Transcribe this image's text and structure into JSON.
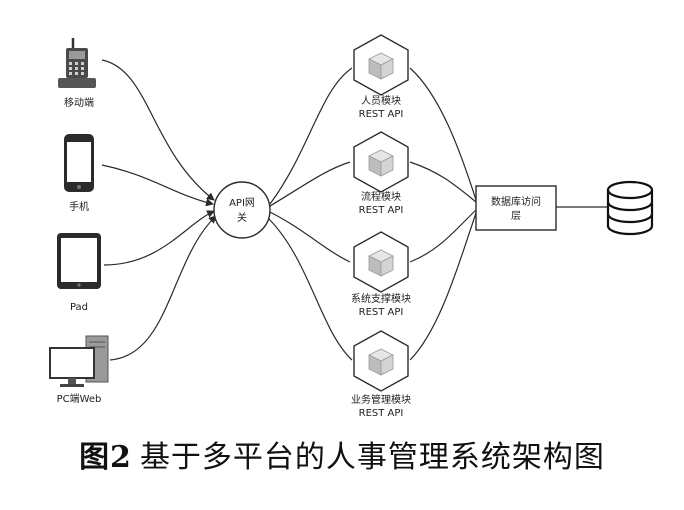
{
  "clients": [
    {
      "label": "移动端",
      "icon": "desk-phone-icon"
    },
    {
      "label": "手机",
      "icon": "smartphone-icon"
    },
    {
      "label": "Pad",
      "icon": "tablet-icon"
    },
    {
      "label": "PC端Web",
      "icon": "desktop-computer-icon"
    }
  ],
  "gateway": {
    "line1": "API网",
    "line2": "关"
  },
  "modules": [
    {
      "name": "人员模块",
      "api": "REST API",
      "icon": "cube-icon"
    },
    {
      "name": "流程模块",
      "api": "REST API",
      "icon": "cube-icon"
    },
    {
      "name": "系统支撑模块",
      "api": "REST API",
      "icon": "cube-icon"
    },
    {
      "name": "业务管理模块",
      "api": "REST API",
      "icon": "cube-icon"
    }
  ],
  "data_layer": {
    "line1": "数据库访问",
    "line2": "层"
  },
  "database": {
    "icon": "database-icon"
  },
  "caption": {
    "figure_number": "图2",
    "title": "基于多平台的人事管理系统架构图"
  }
}
